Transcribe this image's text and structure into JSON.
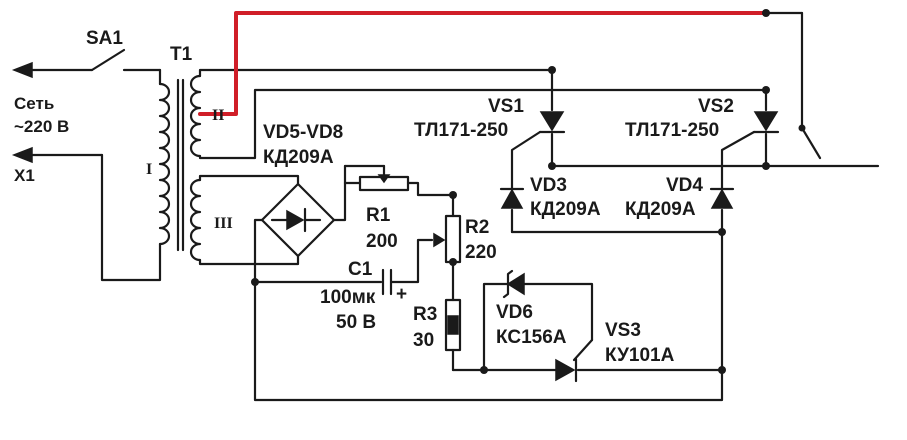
{
  "labels": {
    "sa1": "SA1",
    "t1": "T1",
    "mains_line1": "Сеть",
    "mains_line2": "~220 В",
    "x1": "X1",
    "winding_1": "I",
    "winding_2": "II",
    "winding_3": "III",
    "vd5_vd8": "VD5-VD8",
    "vd5_vd8_type": "КД209А",
    "vs1": "VS1",
    "vs1_type": "ТЛ171-250",
    "vs2": "VS2",
    "vs2_type": "ТЛ171-250",
    "vd3": "VD3",
    "vd3_type": "КД209А",
    "vd4": "VD4",
    "vd4_type": "КД209А",
    "r1": "R1",
    "r1_value": "200",
    "r2": "R2",
    "r2_value": "220",
    "c1": "C1",
    "c1_value": "100мк",
    "c1_voltage": "50 В",
    "c1_plus": "+",
    "r3": "R3",
    "r3_value": "30",
    "vd6": "VD6",
    "vd6_type": "КС156А",
    "vs3": "VS3",
    "vs3_type": "КУ101А"
  },
  "colors": {
    "wire": "#1a1a1a",
    "highlight_wire": "#d01e28"
  }
}
